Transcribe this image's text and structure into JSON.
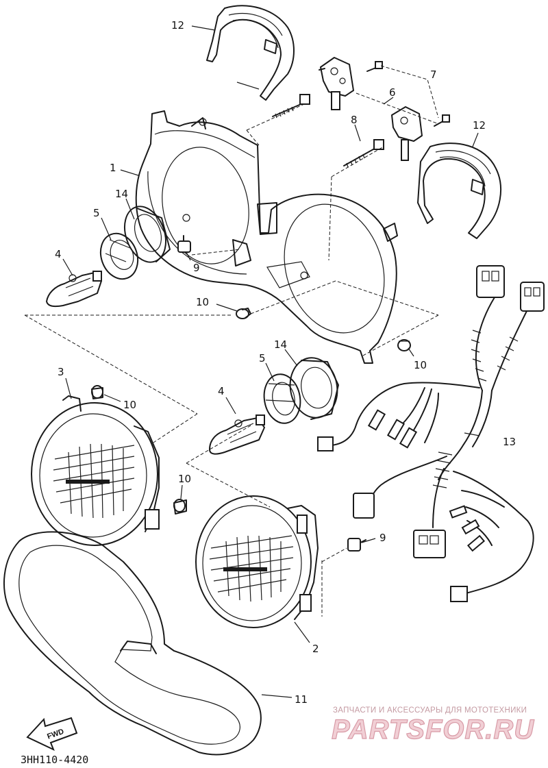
{
  "diagram": {
    "code": "3HH110-4420",
    "watermark": {
      "subtitle": "ЗАПЧАСТИ И АКСЕССУАРЫ ДЛЯ МОТОТЕХНИКИ",
      "logo": "PARTSFOR.RU"
    },
    "fwd_label": "FWD",
    "callouts": {
      "c12a": "12",
      "c7": "7",
      "c6": "6",
      "c8": "8",
      "c12b": "12",
      "c1": "1",
      "c14a": "14",
      "c5a": "5",
      "c4a": "4",
      "c9a": "9",
      "c10a": "10",
      "c14b": "14",
      "c5b": "5",
      "c10b": "10",
      "c3": "3",
      "c10c": "10",
      "c4b": "4",
      "c13": "13",
      "c10d": "10",
      "c9b": "9",
      "c2": "2",
      "c11": "11"
    }
  }
}
